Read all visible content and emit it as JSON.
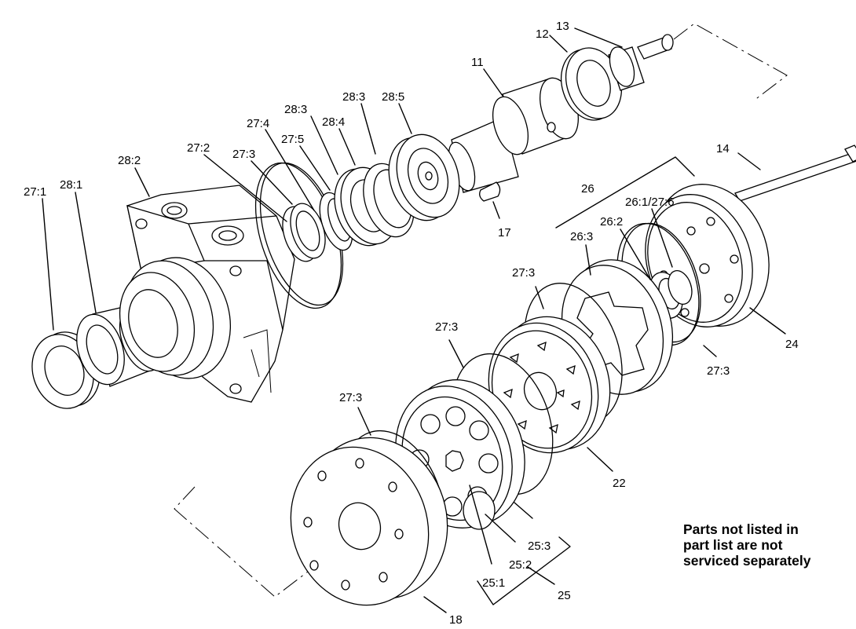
{
  "labels": {
    "p11": "11",
    "p12": "12",
    "p13": "13",
    "p14": "14",
    "p17": "17",
    "p18": "18",
    "p22": "22",
    "p24": "24",
    "p25": "25",
    "p25_1": "25:1",
    "p25_2": "25:2",
    "p25_3": "25:3",
    "p26": "26",
    "p26_1": "26:1/27:6",
    "p26_2": "26:2",
    "p26_3": "26:3",
    "p27_1": "27:1",
    "p27_2": "27:2",
    "p27_3": "27:3",
    "p27_4": "27:4",
    "p27_5": "27:5",
    "p28_1": "28:1",
    "p28_2": "28:2",
    "p28_3": "28:3",
    "p28_4": "28:4",
    "p28_5": "28:5"
  },
  "note": {
    "line1": "Parts not listed in",
    "line2": "part list are not",
    "line3": "serviced separately"
  }
}
